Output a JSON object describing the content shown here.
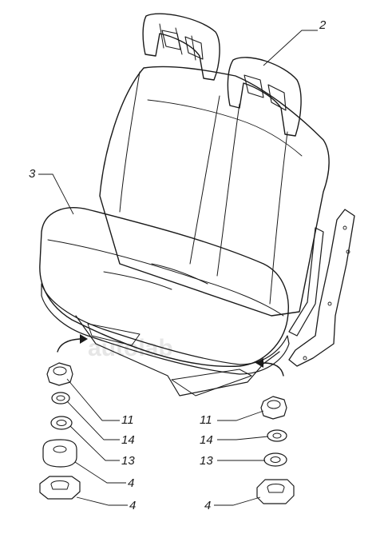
{
  "diagram": {
    "callouts": {
      "headrest": "2",
      "seat": "3",
      "nut_left": "11",
      "washer_split_left": "14",
      "washer_flat_left": "13",
      "spacer_left": "4",
      "plate_left": "4",
      "nut_right": "11",
      "washer_split_right": "14",
      "washer_flat_right": "13",
      "plate_right": "4"
    },
    "watermark": "autolab"
  }
}
